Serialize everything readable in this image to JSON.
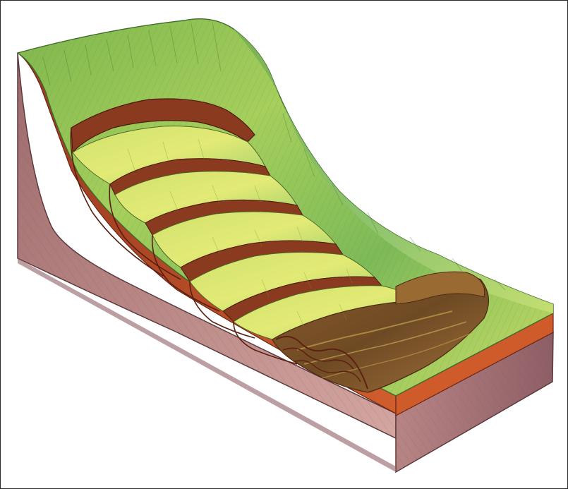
{
  "figure": {
    "subject": "block-diagram-slump-landslide",
    "palette": {
      "frame_border": "#2a2a2a",
      "background": "#ffffff",
      "grass_light": "#d9e86a",
      "grass_mid": "#9fcb5a",
      "grass_dark": "#5f9d45",
      "soil_top": "#c9532a",
      "soil_dark": "#7c2d1a",
      "bedrock": "#b57f7d",
      "bedrock_dark": "#8e5f66",
      "scarp": "#8a3a1f"
    },
    "features": {
      "scarp_count": 5,
      "slump_blocks": 5,
      "has_toe_debris": true
    }
  }
}
